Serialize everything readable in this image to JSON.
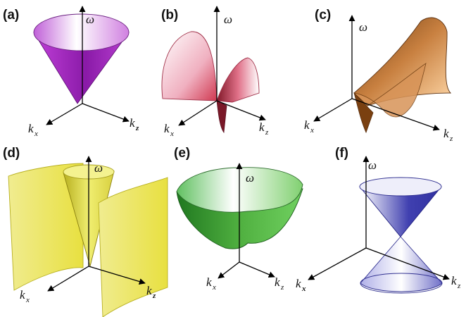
{
  "panels": [
    {
      "id": "a",
      "label": "(a)",
      "omega": "ω",
      "kx": "k",
      "kx_sub": "x",
      "kz": "k",
      "kz_sub": "z",
      "surface_color": "#a020c0"
    },
    {
      "id": "b",
      "label": "(b)",
      "omega": "ω",
      "kx": "k",
      "kx_sub": "x",
      "kz": "k",
      "kz_sub": "z",
      "surface_color": "#d03850"
    },
    {
      "id": "c",
      "label": "(c)",
      "omega": "ω",
      "kx": "k",
      "kx_sub": "x",
      "kz": "k",
      "kz_sub": "z",
      "surface_color": "#a06020"
    },
    {
      "id": "d",
      "label": "(d)",
      "omega": "ω",
      "kx": "k",
      "kx_sub": "x",
      "kz": "k",
      "kz_sub": "z",
      "surface_color": "#e6e040"
    },
    {
      "id": "e",
      "label": "(e)",
      "omega": "ω",
      "kx": "k",
      "kx_sub": "x",
      "kz": "k",
      "kz_sub": "z",
      "surface_color": "#30a030"
    },
    {
      "id": "f",
      "label": "(f)",
      "omega": "ω",
      "kx": "k",
      "kx_sub": "x",
      "kz": "k",
      "kz_sub": "z",
      "surface_color": "#3030a0"
    }
  ]
}
